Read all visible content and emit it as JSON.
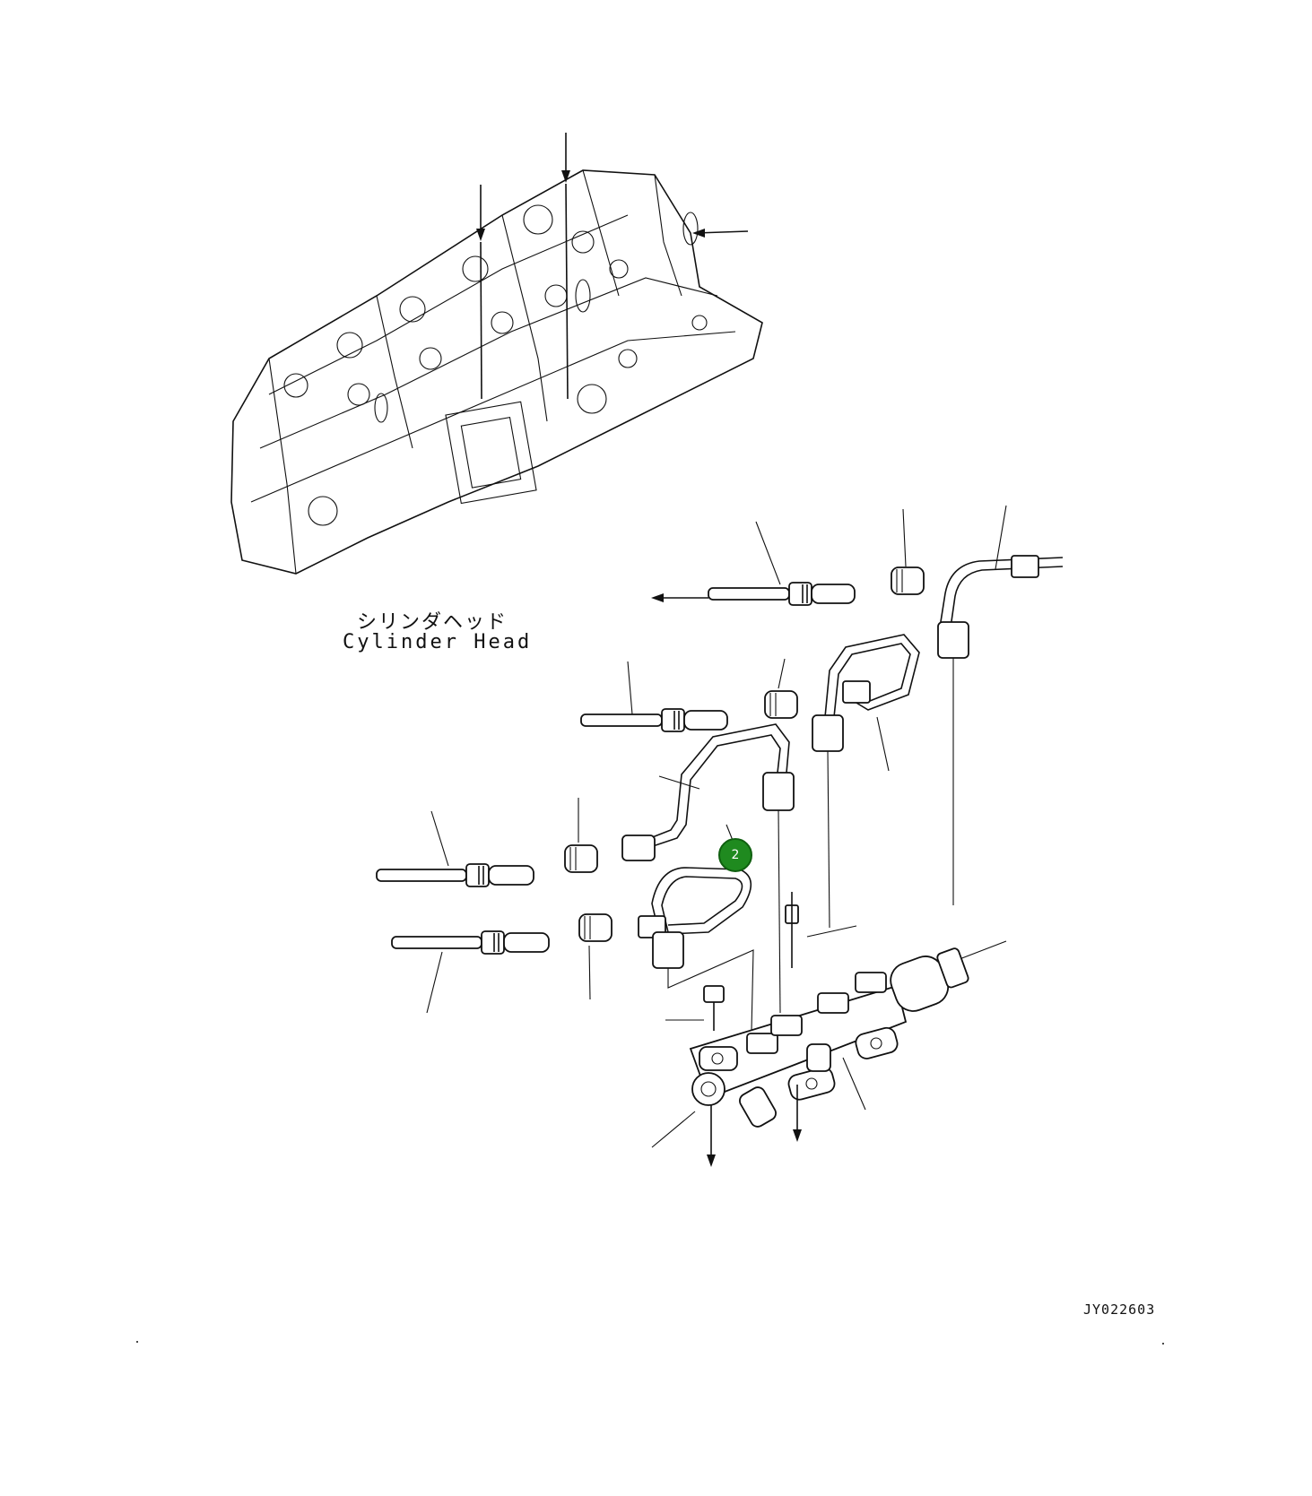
{
  "labels": {
    "part_jp": "シリンダヘッド",
    "part_en": "Cylinder Head",
    "drawing_code": "JY022603"
  },
  "callouts": [
    {
      "number": "2",
      "color": "#1f8a1f"
    }
  ],
  "icons": [
    "cylinder-head-drawing",
    "fuel-injector",
    "injector-nut",
    "fuel-pipe",
    "common-rail",
    "bolt",
    "arrow"
  ]
}
